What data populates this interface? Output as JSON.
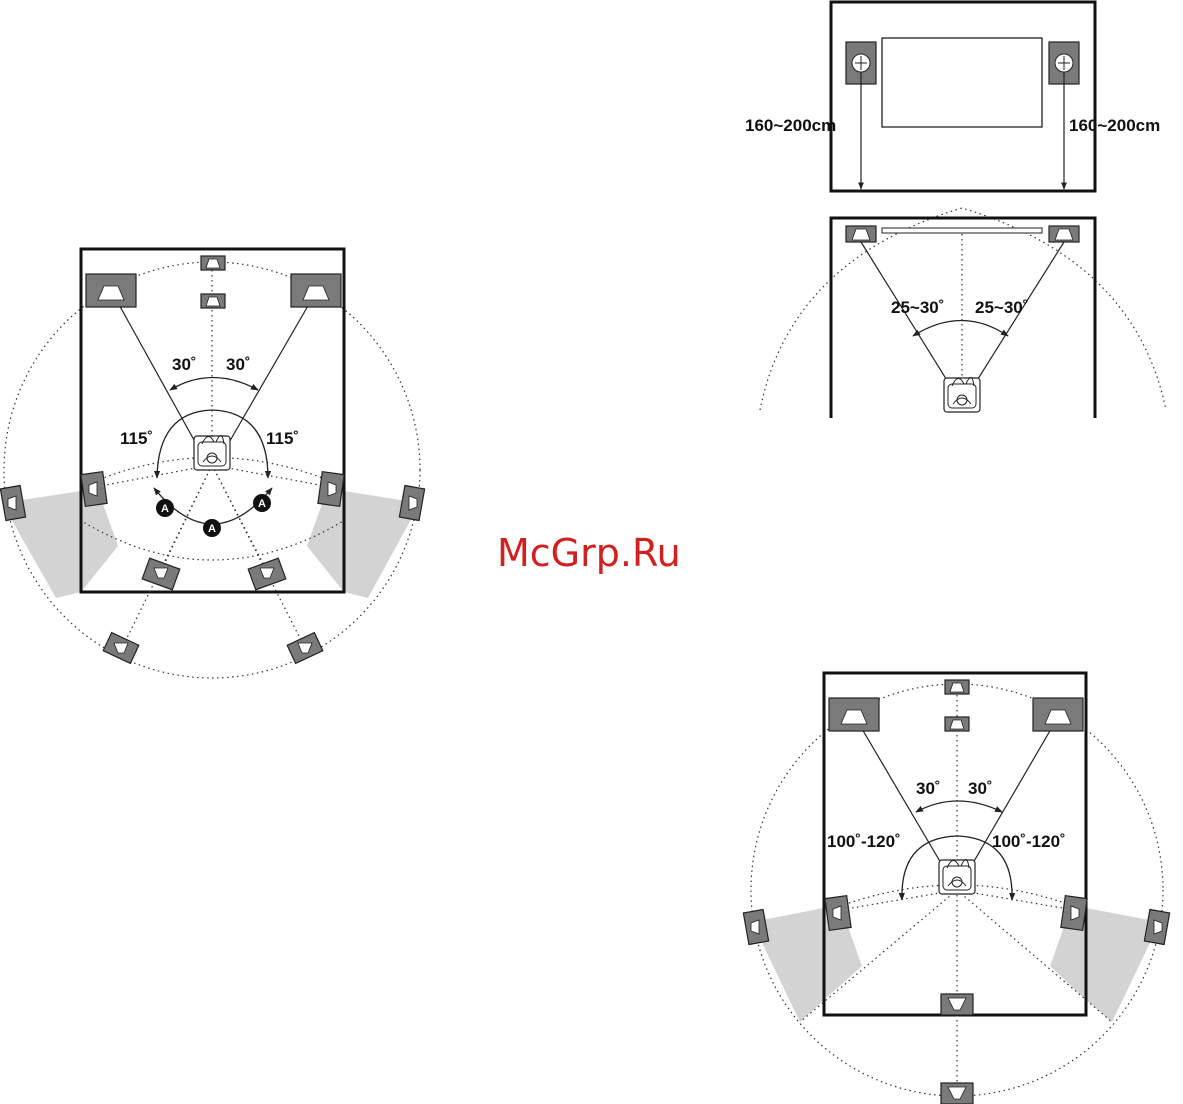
{
  "watermark": "McGrp.Ru",
  "diagram_71": {
    "angle_front_left": "30˚",
    "angle_front_right": "30˚",
    "angle_surround_left": "115˚",
    "angle_surround_right": "115˚",
    "marker": "A"
  },
  "diagram_height": {
    "height_left": "160~200cm",
    "height_right": "160~200cm",
    "angle_left": "25~30˚",
    "angle_right": "25~30˚"
  },
  "diagram_61": {
    "angle_front_left": "30˚",
    "angle_front_right": "30˚",
    "angle_surround_left": "100˚-120˚",
    "angle_surround_right": "100˚-120˚"
  },
  "colors": {
    "speaker": "#7a7a7a",
    "zone": "#d3d3d3",
    "watermark": "#d21f1f"
  }
}
